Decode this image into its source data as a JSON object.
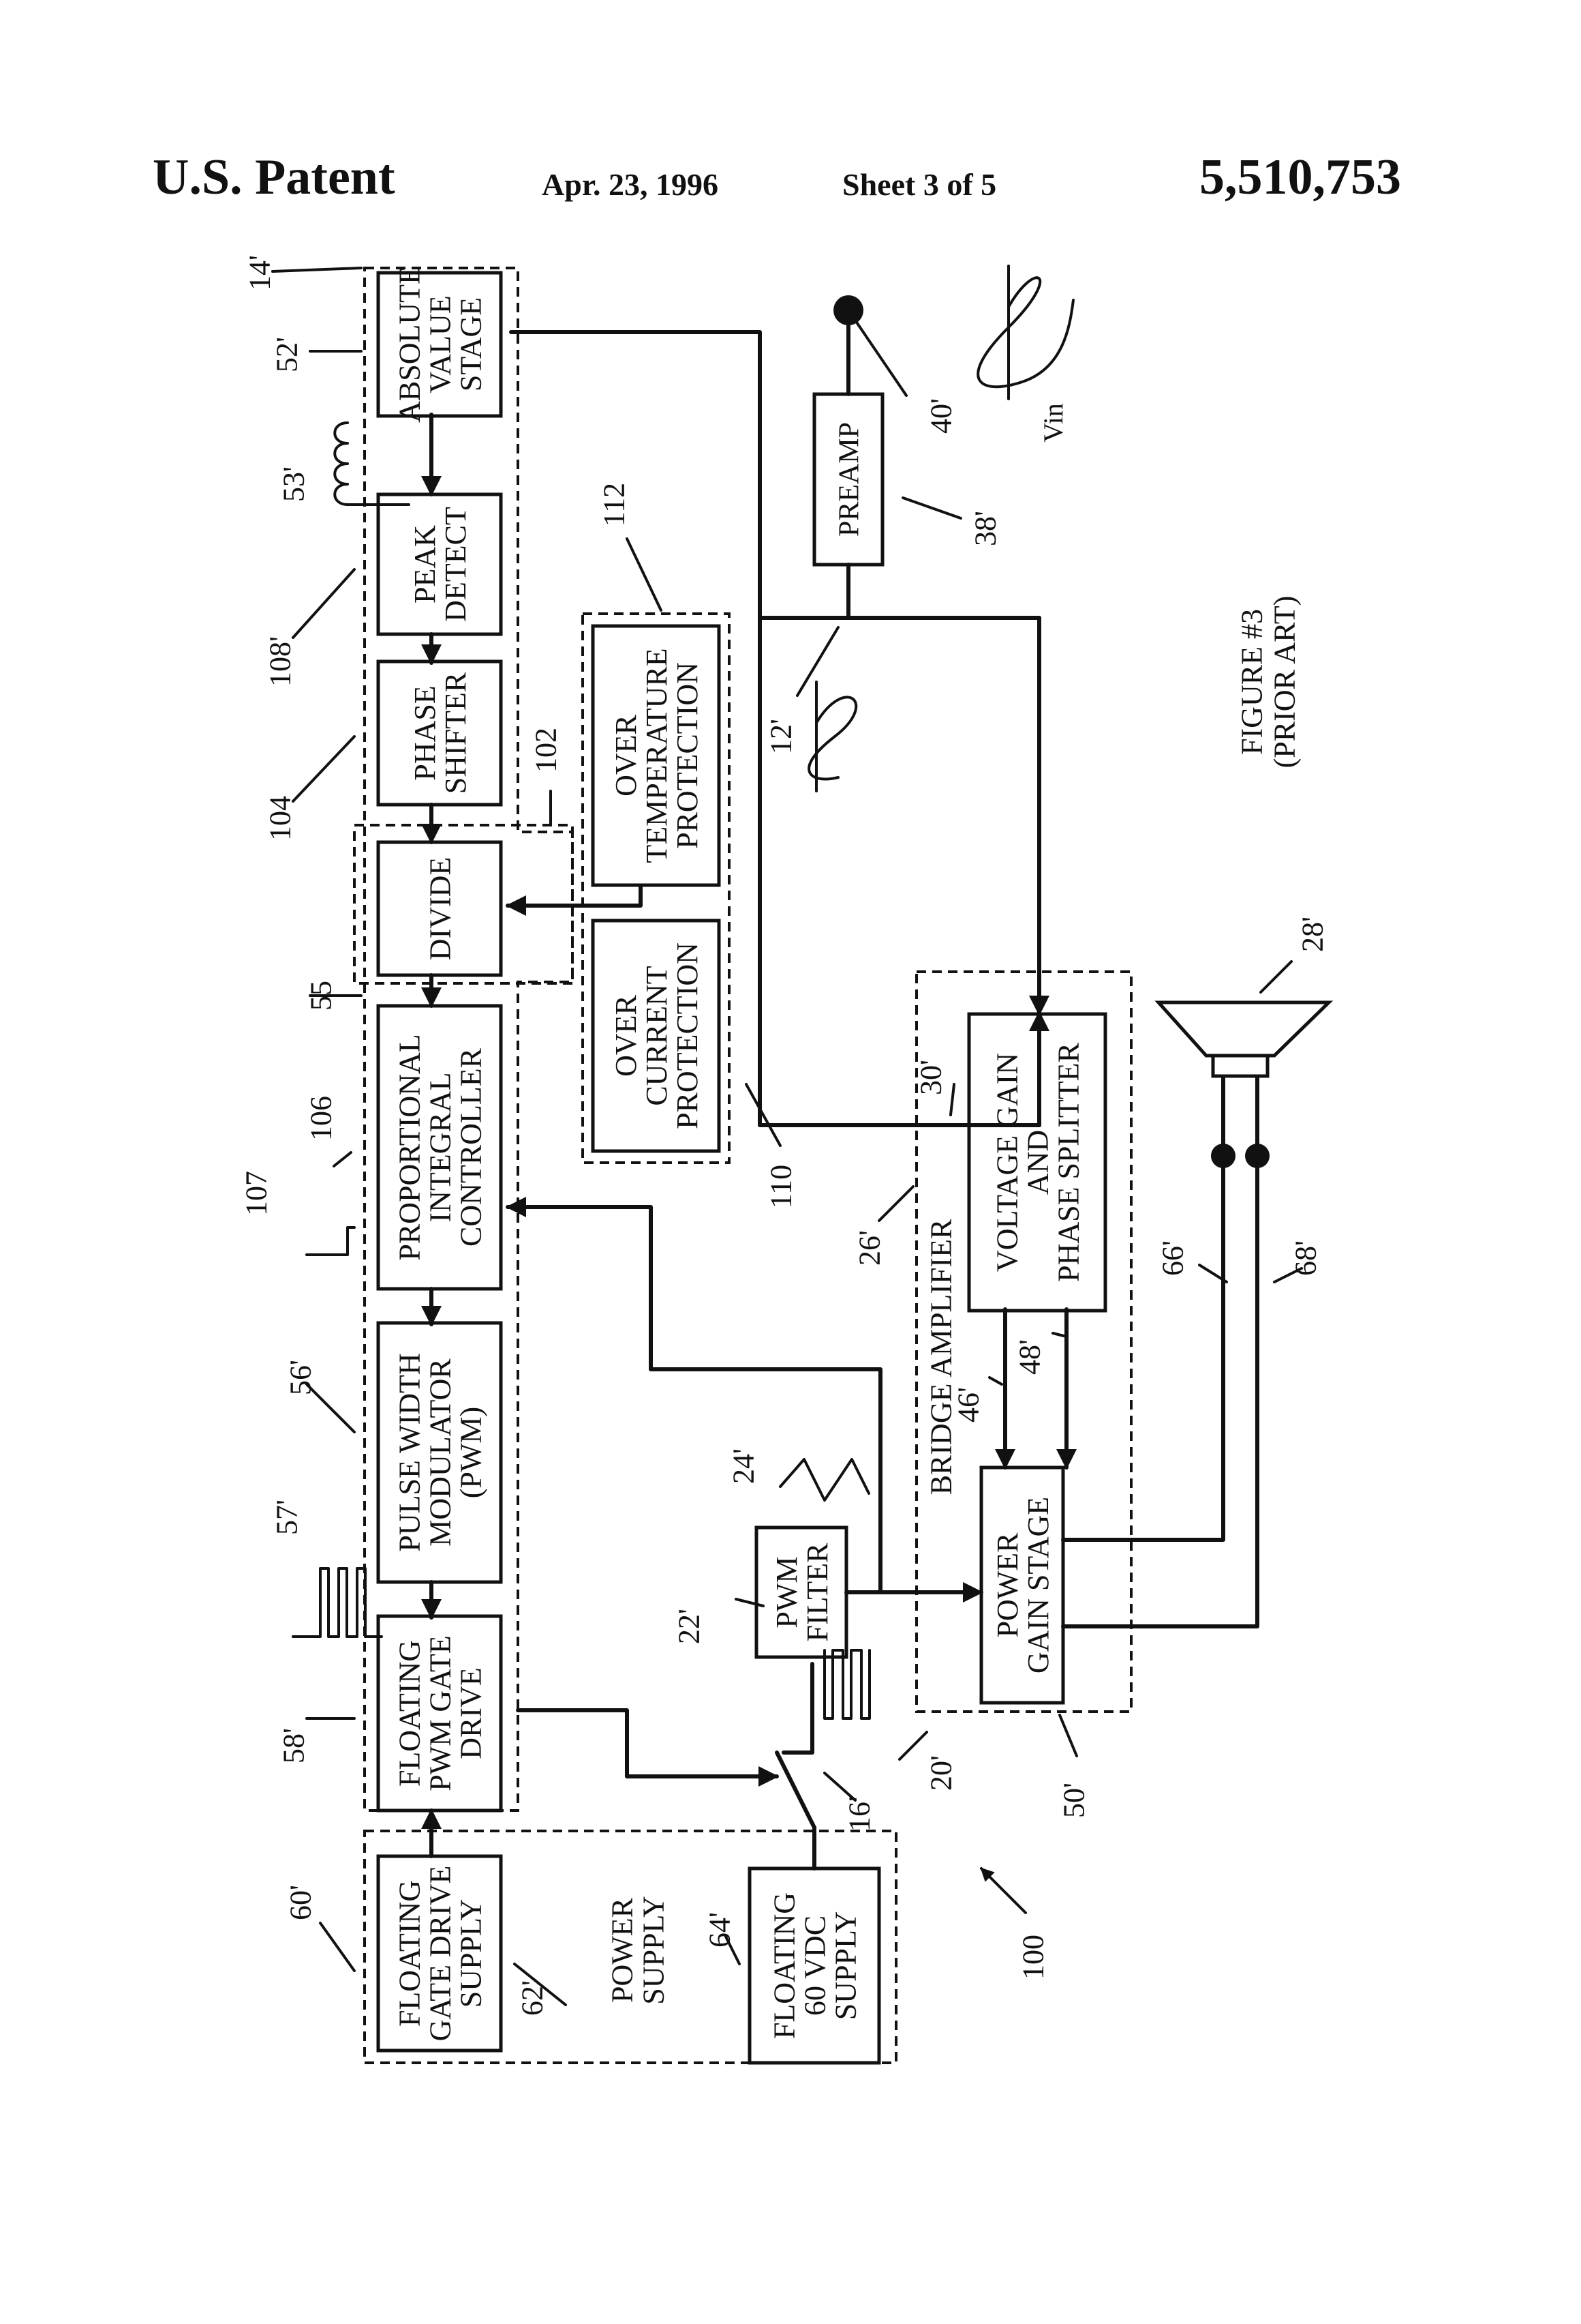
{
  "header": {
    "title": "U.S. Patent",
    "date": "Apr. 23, 1996",
    "sheet": "Sheet 3 of 5",
    "patent_number": "5,510,753"
  },
  "figure": {
    "caption": [
      "FIGURE #3",
      "(PRIOR ART)"
    ],
    "blocks": {
      "absolute_value_stage": [
        "ABSOLUTE",
        "VALUE",
        "STAGE"
      ],
      "peak_detect": [
        "PEAK",
        "DETECT"
      ],
      "phase_shifter": [
        "PHASE",
        "SHIFTER"
      ],
      "divide": [
        "DIVIDE"
      ],
      "pi_controller": [
        "PROPORTIONAL",
        "INTEGRAL",
        "CONTROLLER"
      ],
      "pwm": [
        "PULSE WIDTH",
        "MODULATOR",
        "(PWM)"
      ],
      "gate_drive": [
        "FLOATING",
        "PWM GATE",
        "DRIVE"
      ],
      "gate_drive_supply": [
        "FLOATING",
        "GATE DRIVE",
        "SUPPLY"
      ],
      "vdc_supply": [
        "FLOATING",
        "60 VDC",
        "SUPPLY"
      ],
      "over_temp": [
        "OVER",
        "TEMPERATURE",
        "PROTECTION"
      ],
      "over_current": [
        "OVER",
        "CURRENT",
        "PROTECTION"
      ],
      "preamp": [
        "PREAMP"
      ],
      "pwm_filter": [
        "PWM",
        "FILTER"
      ],
      "voltage_gain": [
        "VOLTAGE GAIN",
        "AND",
        "PHASE SPLITTER"
      ],
      "power_gain": [
        "POWER",
        "GAIN STAGE"
      ]
    },
    "group_labels": {
      "power_supply": [
        "POWER",
        "SUPPLY"
      ],
      "bridge_amplifier": "BRIDGE AMPLIFIER",
      "vin": "Vin"
    },
    "refs": {
      "r14": "14'",
      "r52": "52'",
      "r53": "53'",
      "r108": "108'",
      "r104": "104",
      "r55": "55",
      "r106": "106",
      "r107": "107",
      "r56": "56'",
      "r57": "57'",
      "r58": "58'",
      "r60": "60'",
      "r62": "62'",
      "r64": "64'",
      "r112": "112",
      "r102": "102",
      "r110": "110",
      "r40": "40'",
      "r38": "38'",
      "r12": "12'",
      "r24": "24'",
      "r22": "22'",
      "r20": "20'",
      "r16": "16'",
      "r100": "100",
      "r26": "26'",
      "r30": "30'",
      "r46": "46'",
      "r48": "48'",
      "r50": "50'",
      "r28": "28'",
      "r66": "66'",
      "r68": "68'"
    }
  }
}
